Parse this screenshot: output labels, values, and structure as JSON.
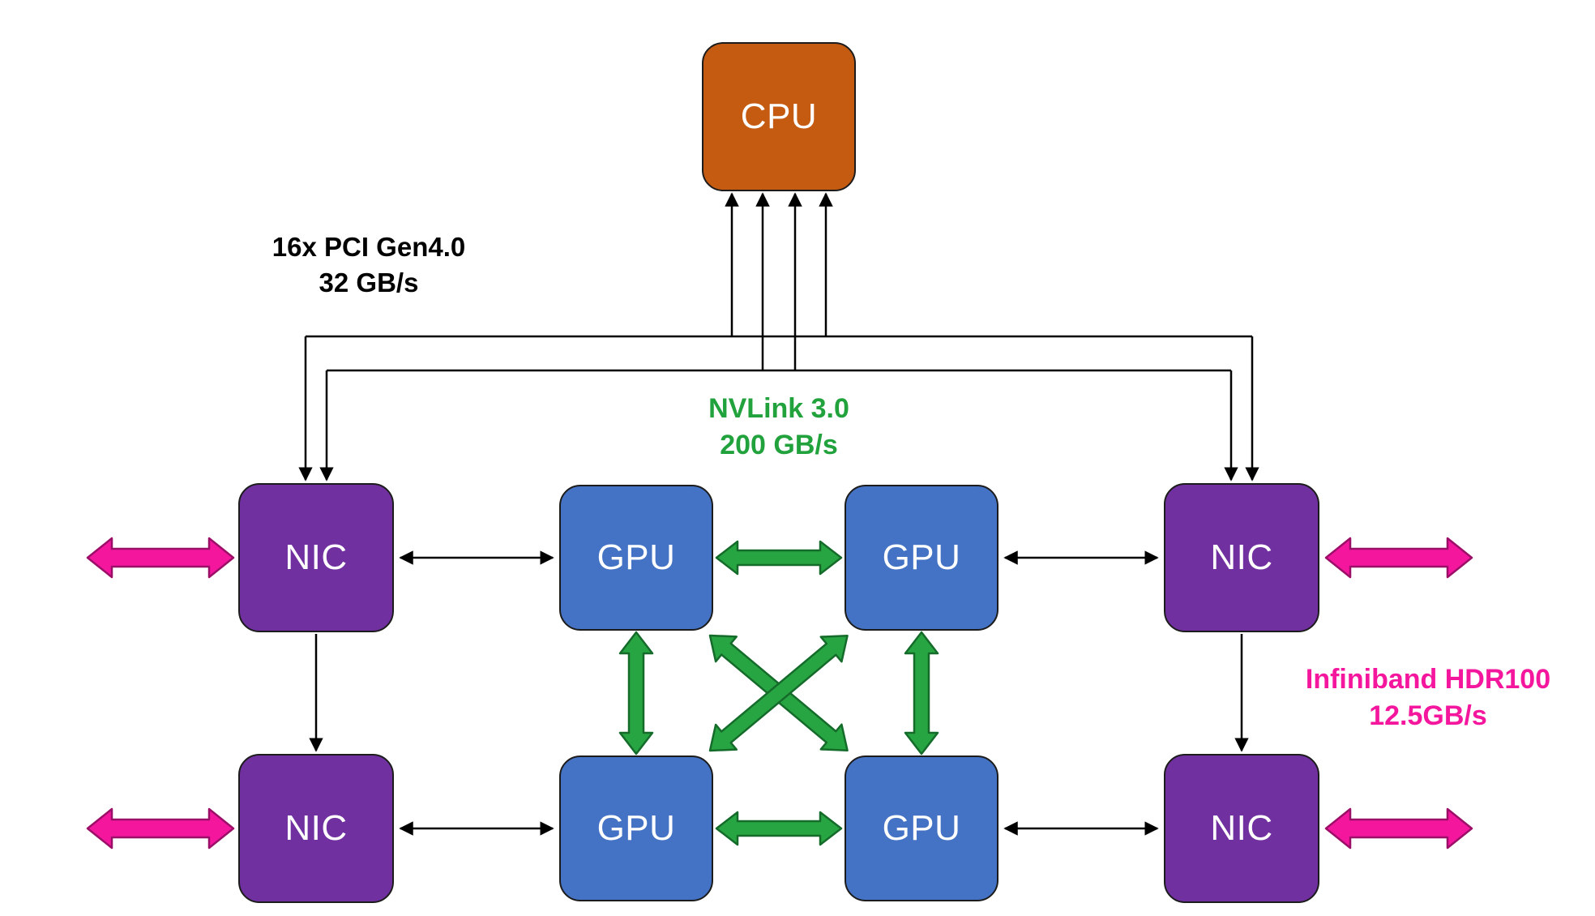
{
  "diagram": {
    "nodes": {
      "cpu": {
        "label": "CPU"
      },
      "nic_top_left": {
        "label": "NIC"
      },
      "nic_top_right": {
        "label": "NIC"
      },
      "nic_bottom_left": {
        "label": "NIC"
      },
      "nic_bottom_right": {
        "label": "NIC"
      },
      "gpu_top_left": {
        "label": "GPU"
      },
      "gpu_top_right": {
        "label": "GPU"
      },
      "gpu_bottom_left": {
        "label": "GPU"
      },
      "gpu_bottom_right": {
        "label": "GPU"
      }
    },
    "annotations": {
      "pcie": {
        "line1": "16x PCI Gen4.0",
        "line2": "32 GB/s"
      },
      "nvlink": {
        "line1": "NVLink 3.0",
        "line2": "200 GB/s"
      },
      "infiniband": {
        "line1": "Infiniband HDR100",
        "line2": "12.5GB/s"
      }
    },
    "colors": {
      "cpu_fill": "#c55a11",
      "gpu_fill": "#4472c4",
      "nic_fill": "#7030a0",
      "nvlink_green": "#28a543",
      "nvlink_green_border": "#156b2a",
      "infiniband_magenta": "#f5169e",
      "infiniband_magenta_border": "#9c0f68",
      "pcie_black": "#000000",
      "background": "#ffffff"
    },
    "edges": [
      {
        "from": "cpu",
        "to": "nic_top_left",
        "type": "pcie",
        "count": 2
      },
      {
        "from": "cpu",
        "to": "nic_top_right",
        "type": "pcie",
        "count": 2
      },
      {
        "from": "nic_top_left",
        "to": "nic_bottom_left",
        "type": "pcie"
      },
      {
        "from": "nic_top_right",
        "to": "nic_bottom_right",
        "type": "pcie"
      },
      {
        "from": "nic_top_left",
        "to": "gpu_top_left",
        "type": "pcie",
        "bidirectional": true
      },
      {
        "from": "gpu_top_right",
        "to": "nic_top_right",
        "type": "pcie",
        "bidirectional": true
      },
      {
        "from": "nic_bottom_left",
        "to": "gpu_bottom_left",
        "type": "pcie",
        "bidirectional": true
      },
      {
        "from": "gpu_bottom_right",
        "to": "nic_bottom_right",
        "type": "pcie",
        "bidirectional": true
      },
      {
        "from": "gpu_top_left",
        "to": "gpu_top_right",
        "type": "nvlink",
        "bidirectional": true
      },
      {
        "from": "gpu_bottom_left",
        "to": "gpu_bottom_right",
        "type": "nvlink",
        "bidirectional": true
      },
      {
        "from": "gpu_top_left",
        "to": "gpu_bottom_left",
        "type": "nvlink",
        "bidirectional": true
      },
      {
        "from": "gpu_top_right",
        "to": "gpu_bottom_right",
        "type": "nvlink",
        "bidirectional": true
      },
      {
        "from": "gpu_top_left",
        "to": "gpu_bottom_right",
        "type": "nvlink",
        "bidirectional": true
      },
      {
        "from": "gpu_top_right",
        "to": "gpu_bottom_left",
        "type": "nvlink",
        "bidirectional": true
      },
      {
        "from": "nic_top_left",
        "to": "external",
        "type": "infiniband",
        "bidirectional": true
      },
      {
        "from": "nic_bottom_left",
        "to": "external",
        "type": "infiniband",
        "bidirectional": true
      },
      {
        "from": "nic_top_right",
        "to": "external",
        "type": "infiniband",
        "bidirectional": true
      },
      {
        "from": "nic_bottom_right",
        "to": "external",
        "type": "infiniband",
        "bidirectional": true
      }
    ]
  }
}
